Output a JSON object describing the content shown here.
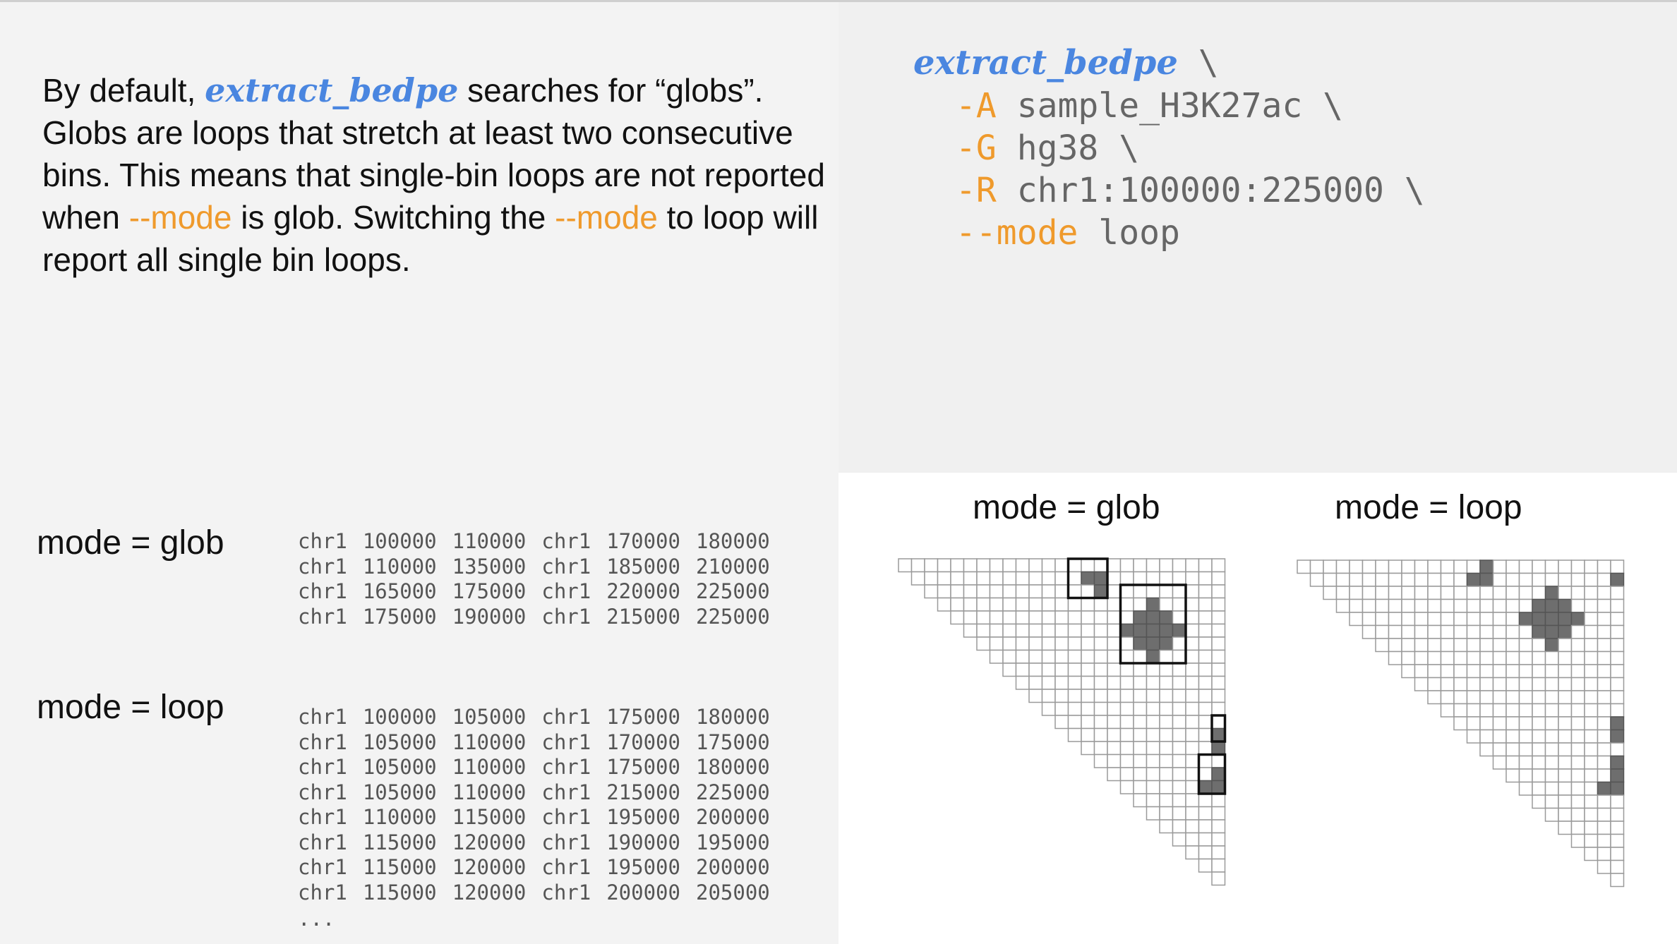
{
  "description": {
    "intro": "By default, ",
    "fn": "extract_bedpe",
    "body1": " searches for “globs”. Globs are loops that stretch at least two consecutive bins. This means that single-bin loops are not reported when ",
    "flag1": "--mode",
    "body2": " is glob. Switching the ",
    "flag2": "--mode",
    "body3": " to loop will report all single bin loops."
  },
  "command": {
    "fn": "extract_bedpe",
    "continuation": " \\",
    "args": [
      {
        "flag": "-A",
        "value": " sample_H3K27ac \\"
      },
      {
        "flag": "-G",
        "value": " hg38 \\"
      },
      {
        "flag": "-R",
        "value": " chr1:100000:225000 \\"
      },
      {
        "flag": "--mode",
        "value": " loop"
      }
    ]
  },
  "output": {
    "glob_label": "mode = glob",
    "loop_label": "mode = loop",
    "glob_rows": [
      [
        "chr1",
        "100000",
        "110000",
        "chr1",
        "170000",
        "180000"
      ],
      [
        "chr1",
        "110000",
        "135000",
        "chr1",
        "185000",
        "210000"
      ],
      [
        "chr1",
        "165000",
        "175000",
        "chr1",
        "220000",
        "225000"
      ],
      [
        "chr1",
        "175000",
        "190000",
        "chr1",
        "215000",
        "225000"
      ]
    ],
    "loop_rows": [
      [
        "chr1",
        "100000",
        "105000",
        "chr1",
        "175000",
        "180000"
      ],
      [
        "chr1",
        "105000",
        "110000",
        "chr1",
        "170000",
        "175000"
      ],
      [
        "chr1",
        "105000",
        "110000",
        "chr1",
        "175000",
        "180000"
      ],
      [
        "chr1",
        "105000",
        "110000",
        "chr1",
        "215000",
        "225000"
      ],
      [
        "chr1",
        "110000",
        "115000",
        "chr1",
        "195000",
        "200000"
      ],
      [
        "chr1",
        "115000",
        "120000",
        "chr1",
        "190000",
        "195000"
      ],
      [
        "chr1",
        "115000",
        "120000",
        "chr1",
        "195000",
        "200000"
      ],
      [
        "chr1",
        "115000",
        "120000",
        "chr1",
        "200000",
        "205000"
      ]
    ],
    "ellipsis": "..."
  },
  "diagrams": {
    "glob_title": "mode = glob",
    "loop_title": "mode = loop",
    "n_bins": 25,
    "glob_cells": [
      [
        1,
        14
      ],
      [
        1,
        15
      ],
      [
        2,
        15
      ],
      [
        3,
        19
      ],
      [
        4,
        18
      ],
      [
        4,
        19
      ],
      [
        4,
        20
      ],
      [
        5,
        17
      ],
      [
        5,
        18
      ],
      [
        5,
        19
      ],
      [
        5,
        20
      ],
      [
        5,
        21
      ],
      [
        6,
        18
      ],
      [
        6,
        19
      ],
      [
        6,
        20
      ],
      [
        7,
        19
      ],
      [
        13,
        24
      ],
      [
        14,
        24
      ],
      [
        16,
        24
      ],
      [
        17,
        23
      ],
      [
        17,
        24
      ]
    ],
    "glob_boxes": [
      [
        0,
        13,
        2,
        15
      ],
      [
        2,
        17,
        7,
        21
      ],
      [
        12,
        24,
        13,
        24
      ],
      [
        15,
        23,
        17,
        24
      ]
    ],
    "loop_cells": [
      [
        0,
        14
      ],
      [
        1,
        13
      ],
      [
        1,
        14
      ],
      [
        1,
        24
      ],
      [
        2,
        19
      ],
      [
        3,
        18
      ],
      [
        3,
        19
      ],
      [
        3,
        20
      ],
      [
        4,
        17
      ],
      [
        4,
        18
      ],
      [
        4,
        19
      ],
      [
        4,
        20
      ],
      [
        4,
        21
      ],
      [
        5,
        18
      ],
      [
        5,
        19
      ],
      [
        5,
        20
      ],
      [
        6,
        19
      ],
      [
        12,
        24
      ],
      [
        13,
        24
      ],
      [
        15,
        24
      ],
      [
        16,
        24
      ],
      [
        17,
        23
      ],
      [
        17,
        24
      ]
    ],
    "colors": {
      "fill": "#6e6e6e",
      "grid": "#9a9a9a",
      "box": "#111111"
    }
  }
}
